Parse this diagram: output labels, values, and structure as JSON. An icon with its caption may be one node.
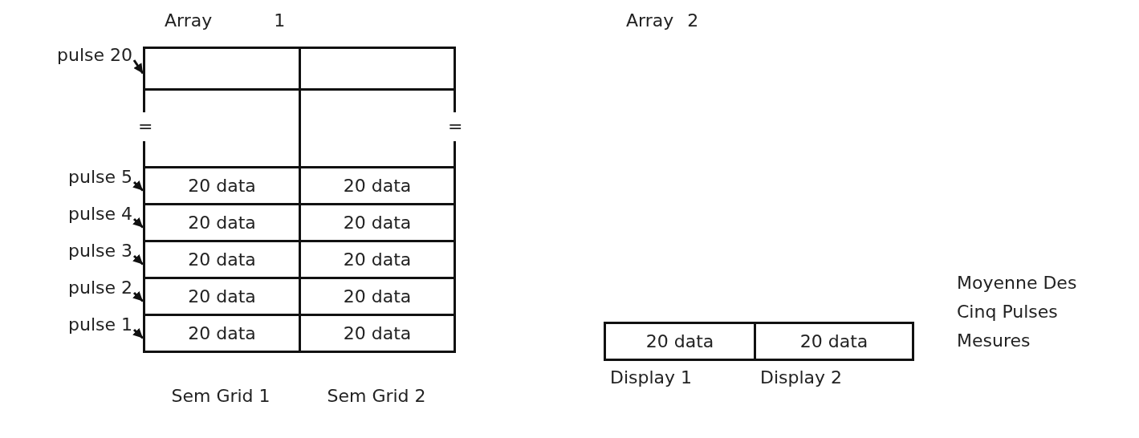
{
  "diagram": {
    "nodes": [
      {
        "text": [
          "pulse 20"
        ]
      },
      {
        "text": [],
        "shape": "box"
      },
      {
        "text": [],
        "shape": "box"
      },
      {
        "text": [],
        "shape": "box"
      },
      {
        "text": [],
        "shape": "box"
      },
      {
        "text": [
          "pulse 5"
        ]
      },
      {
        "text": [
          "20 data"
        ]
      },
      {
        "text": [
          "20 data"
        ]
      },
      {
        "text": [
          "pulse 4"
        ]
      },
      {
        "text": [
          "20 data"
        ]
      },
      {
        "text": [
          "20 data"
        ]
      },
      {
        "text": [
          "pulse 3"
        ]
      },
      {
        "text": [
          "20 data"
        ]
      },
      {
        "text": [
          "20 data"
        ]
      },
      {
        "text": [
          "pulse 2"
        ]
      },
      {
        "text": [
          "20 data"
        ]
      },
      {
        "text": [
          "20 data"
        ]
      },
      {
        "text": [
          "pulse 1"
        ]
      },
      {
        "text": [
          "20 data"
        ]
      },
      {
        "text": [
          "20 data"
        ]
      },
      {
        "text": [
          "20 data"
        ],
        "beside": [
          "Display 1"
        ]
      },
      {
        "text": [
          "20 data"
        ],
        "beside": [
          "Display 2"
        ]
      }
    ],
    "edges": [
      {
        "from": 0,
        "to": 1,
        "arrow": "to"
      },
      {
        "from": 5,
        "to": 6,
        "arrow": "to"
      },
      {
        "from": 8,
        "to": 9,
        "arrow": "to"
      },
      {
        "from": 11,
        "to": 12,
        "arrow": "to"
      },
      {
        "from": 14,
        "to": 15,
        "arrow": "to"
      },
      {
        "from": 17,
        "to": 18,
        "arrow": "to"
      }
    ],
    "labels": [
      "Array 1",
      "Array 2",
      "=",
      "=",
      "Sem Grid 1",
      "Sem Grid 2",
      "Moyenne Des Cinq Pulses Mesures"
    ]
  }
}
